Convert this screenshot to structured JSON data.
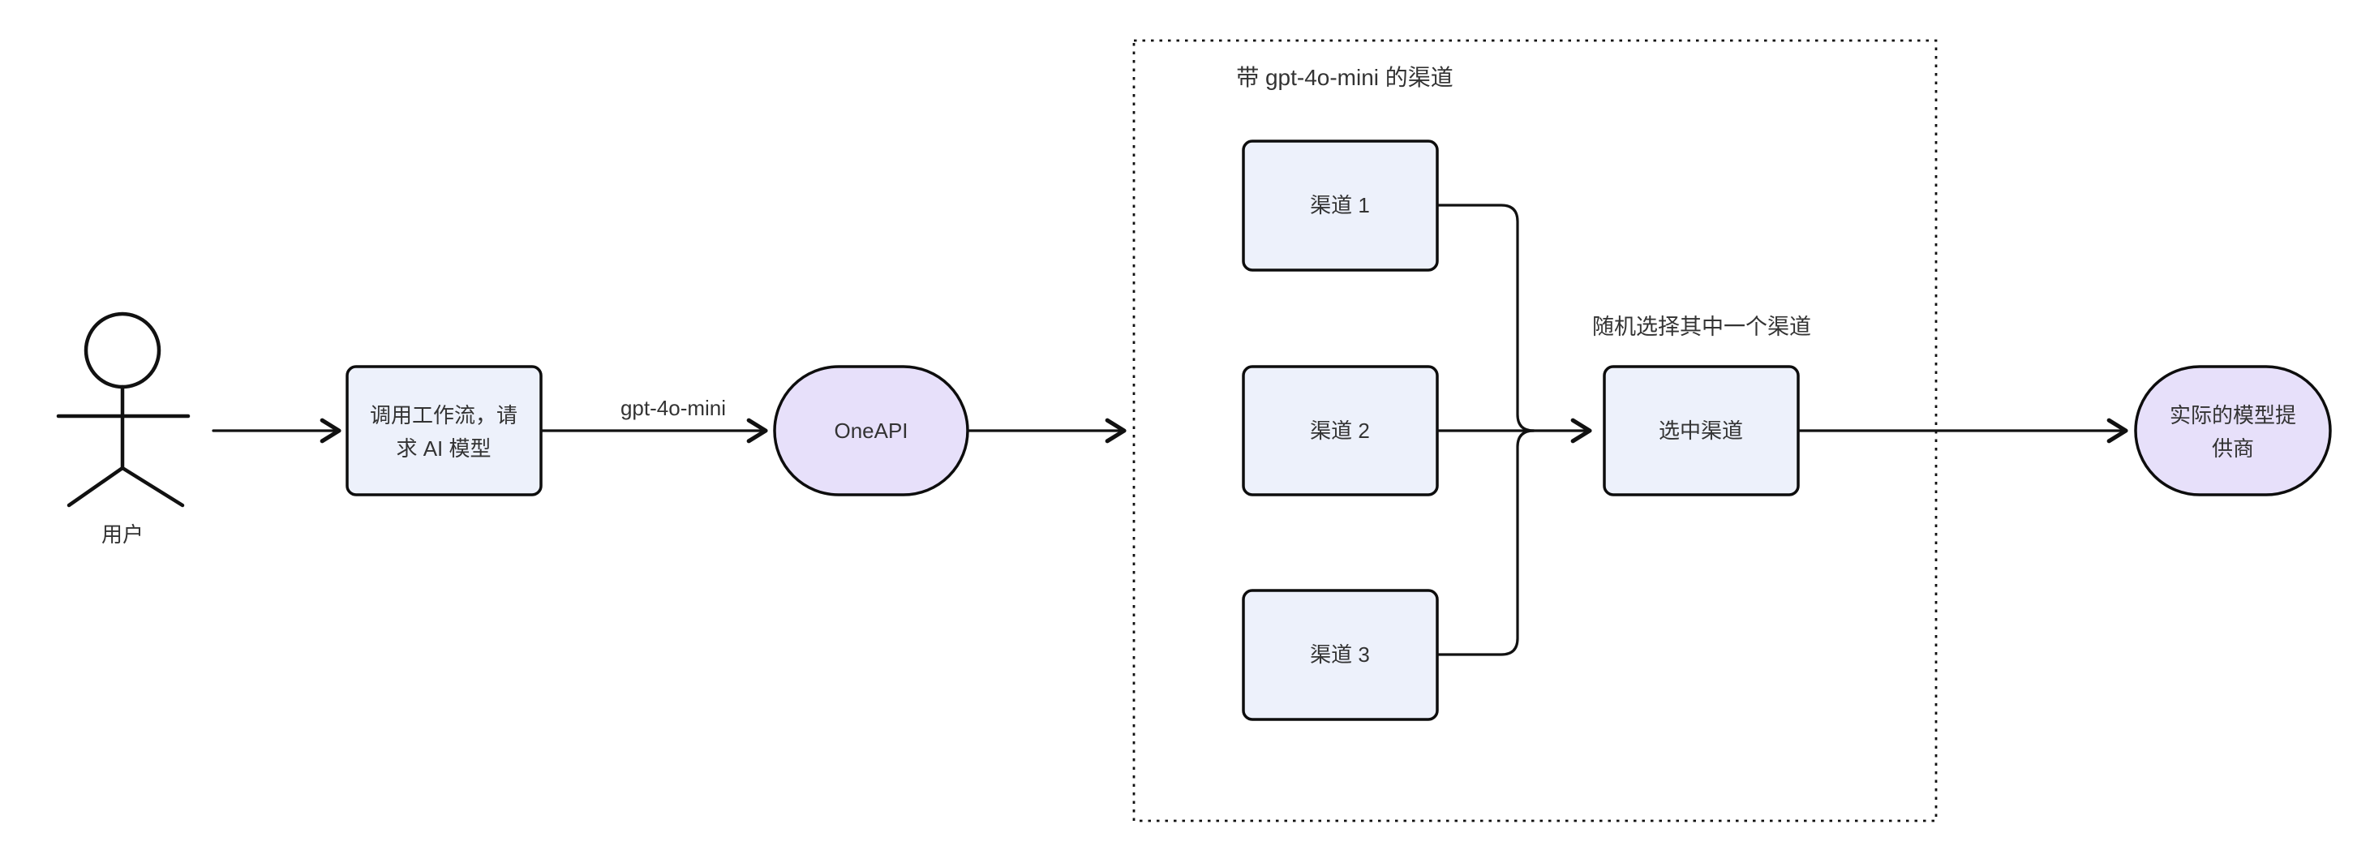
{
  "diagram": {
    "colors": {
      "background": "#ffffff",
      "rect_node_fill": "#edf1fb",
      "stadium_node_fill": "#e7e0fa",
      "node_border": "#0d0d0d",
      "edge_line": "#111111",
      "text": "#333333"
    },
    "actor": {
      "label": "用户"
    },
    "nodes": {
      "workflow": {
        "line1": "调用工作流，请",
        "line2": "求 AI 模型"
      },
      "oneapi": {
        "label": "OneAPI"
      },
      "channel1": {
        "label": "渠道 1"
      },
      "channel2": {
        "label": "渠道 2"
      },
      "channel3": {
        "label": "渠道 3"
      },
      "selected": {
        "label": "选中渠道"
      },
      "provider": {
        "line1": "实际的模型提",
        "line2": "供商"
      }
    },
    "edges": {
      "model_label": "gpt-4o-mini"
    },
    "subgraph": {
      "title": "带 gpt-4o-mini 的渠道"
    },
    "annotations": {
      "random_select": "随机选择其中一个渠道"
    }
  }
}
